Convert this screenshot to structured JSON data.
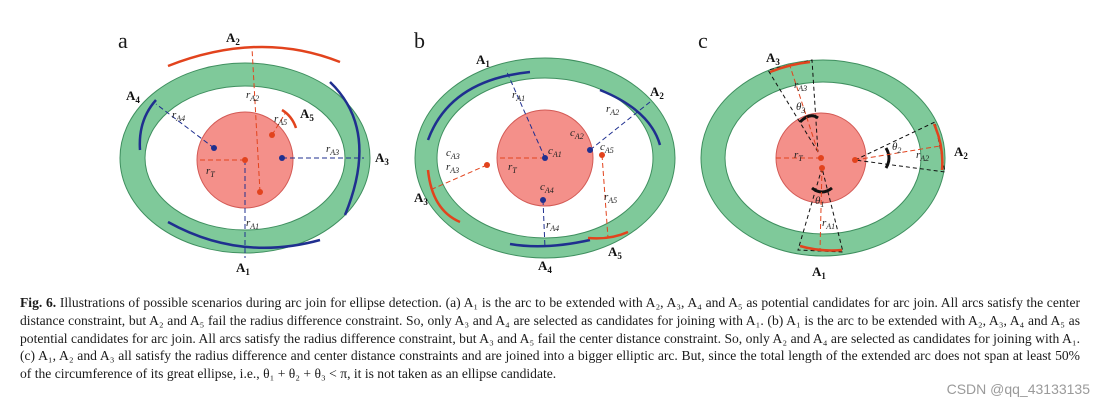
{
  "panels": {
    "a": {
      "letter": "a",
      "points": [
        "A",
        "A",
        "A",
        "A",
        "A"
      ],
      "subs": [
        "1",
        "2",
        "3",
        "4",
        "5"
      ],
      "radii": [
        "r",
        "r",
        "r",
        "r",
        "r",
        "r"
      ],
      "radii_subs": [
        "T",
        "A1",
        "A2",
        "A3",
        "A4",
        "A5"
      ]
    },
    "b": {
      "letter": "b",
      "points": [
        "A",
        "A",
        "A",
        "A",
        "A"
      ],
      "subs": [
        "1",
        "2",
        "3",
        "4",
        "5"
      ],
      "radii": [
        "r",
        "r",
        "r",
        "r",
        "r",
        "r"
      ],
      "radii_subs": [
        "T",
        "A1",
        "A2",
        "A3",
        "A4",
        "A5"
      ],
      "centers": [
        "c",
        "c",
        "c",
        "c",
        "c"
      ],
      "centers_subs": [
        "A1",
        "A2",
        "A3",
        "A4",
        "A5"
      ]
    },
    "c": {
      "letter": "c",
      "points": [
        "A",
        "A",
        "A"
      ],
      "subs": [
        "1",
        "2",
        "3"
      ],
      "radii": [
        "r",
        "r",
        "r",
        "r"
      ],
      "radii_subs": [
        "T",
        "A1",
        "A2",
        "A3"
      ],
      "angles": [
        "θ",
        "θ",
        "θ"
      ],
      "angles_subs": [
        "1",
        "2",
        "3"
      ]
    }
  },
  "caption": {
    "label": "Fig. 6.",
    "text": "Illustrations of possible scenarios during arc join for ellipse detection. (a) A₁ is the arc to be extended with A₂, A₃, A₄ and A₅ as potential candidates for arc join. All arcs satisfy the center distance constraint, but A₂ and A₅ fail the radius difference constraint. So, only A₃ and A₄ are selected as candidates for joining with A₁. (b) A₁ is the arc to be extended with A₂, A₃, A₄ and A₅ as potential candidates for arc join. All arcs satisfy the radius difference constraint, but A₃ and A₅ fail the center distance constraint. So, only A₂ and A₄ are selected as candidates for joining with A₁. (c) A₁, A₂ and A₃ all satisfy the radius difference and center distance constraints and are joined into a bigger elliptic arc. But, since the total length of the extended arc does not span at least 50% of the circumference of its great ellipse, i.e., θ₁ + θ₂ + θ₃ < π, it is not taken as an ellipse candidate."
  },
  "watermark": "CSDN @qq_43133135",
  "colors": {
    "ring": "#7fc99a",
    "ring_edge": "#3f8f5f",
    "core": "#f4908a",
    "core_edge": "#d35a55",
    "blue": "#1f2f8f",
    "red": "#e2431d"
  }
}
